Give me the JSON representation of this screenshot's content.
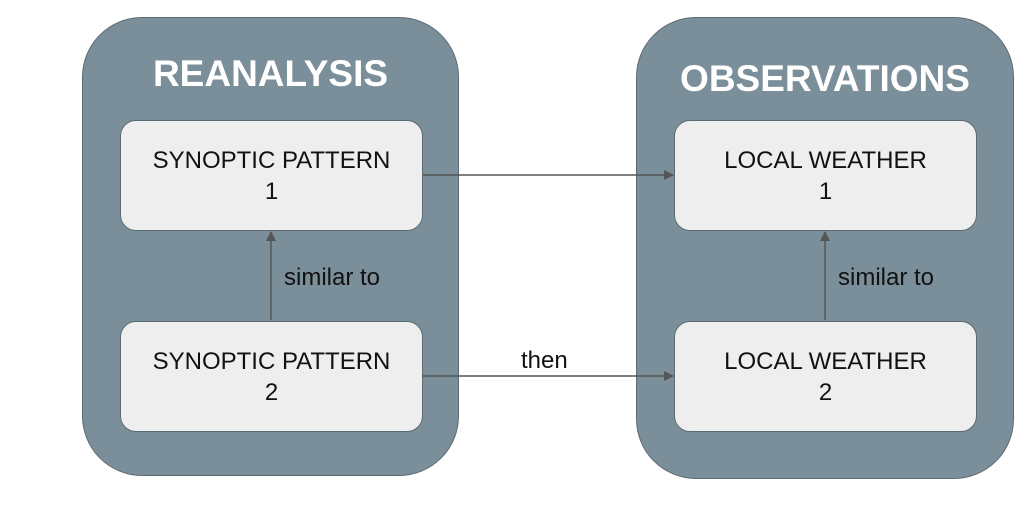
{
  "groups": {
    "reanalysis": {
      "title": "REANALYSIS"
    },
    "observations": {
      "title": "OBSERVATIONS"
    }
  },
  "nodes": {
    "synoptic_pattern_1": {
      "line1": "SYNOPTIC PATTERN",
      "line2": "1"
    },
    "synoptic_pattern_2": {
      "line1": "SYNOPTIC PATTERN",
      "line2": "2"
    },
    "local_weather_1": {
      "line1": "LOCAL WEATHER",
      "line2": "1"
    },
    "local_weather_2": {
      "line1": "LOCAL WEATHER",
      "line2": "2"
    }
  },
  "edges": {
    "sp2_to_sp1": {
      "label": "similar to"
    },
    "lw2_to_lw1": {
      "label": "similar to"
    },
    "sp2_to_lw2": {
      "label": "then"
    },
    "sp1_to_lw1": {
      "label": ""
    }
  },
  "colors": {
    "group_fill": "#7a8f9a",
    "node_fill": "#eeeeee",
    "edge": "#555555"
  }
}
